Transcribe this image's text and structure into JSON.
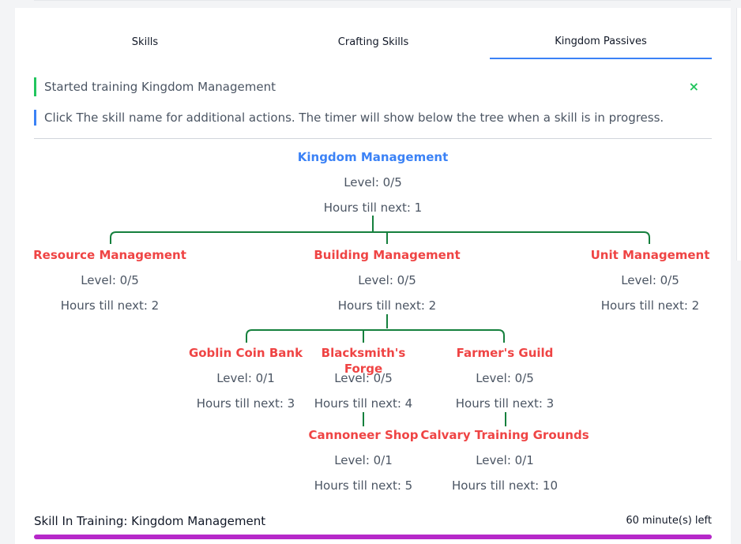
{
  "tabs": [
    {
      "label": "Skills",
      "active": false
    },
    {
      "label": "Crafting Skills",
      "active": false
    },
    {
      "label": "Kingdom Passives",
      "active": true
    }
  ],
  "alerts": {
    "success": "Started training Kingdom Management",
    "close_glyph": "×",
    "info": "Click The skill name for additional actions. The timer will show below the tree when a skill is in progress."
  },
  "tree": {
    "line_color": "#15803d",
    "root": {
      "name": "Kingdom Management",
      "level": "Level: 0/5",
      "hours": "Hours till next: 1"
    },
    "resource": {
      "name": "Resource Management",
      "level": "Level: 0/5",
      "hours": "Hours till next: 2"
    },
    "building": {
      "name": "Building Management",
      "level": "Level: 0/5",
      "hours": "Hours till next: 2"
    },
    "unit": {
      "name": "Unit Management",
      "level": "Level: 0/5",
      "hours": "Hours till next: 2"
    },
    "goblin": {
      "name": "Goblin Coin Bank",
      "level": "Level: 0/1",
      "hours": "Hours till next: 3"
    },
    "blacksmith": {
      "name": "Blacksmith's Forge",
      "level": "Level: 0/5",
      "hours": "Hours till next: 4"
    },
    "farmer": {
      "name": "Farmer's Guild",
      "level": "Level: 0/5",
      "hours": "Hours till next: 3"
    },
    "cannoneer": {
      "name": "Cannoneer Shop",
      "level": "Level: 0/1",
      "hours": "Hours till next: 5"
    },
    "calvary": {
      "name": "Calvary Training Grounds",
      "level": "Level: 0/1",
      "hours": "Hours till next: 10"
    }
  },
  "training": {
    "label": "Skill In Training: Kingdom Management",
    "time_left": "60 minute(s) left",
    "progress_percent": 100,
    "bar_color": "#b628c9"
  }
}
